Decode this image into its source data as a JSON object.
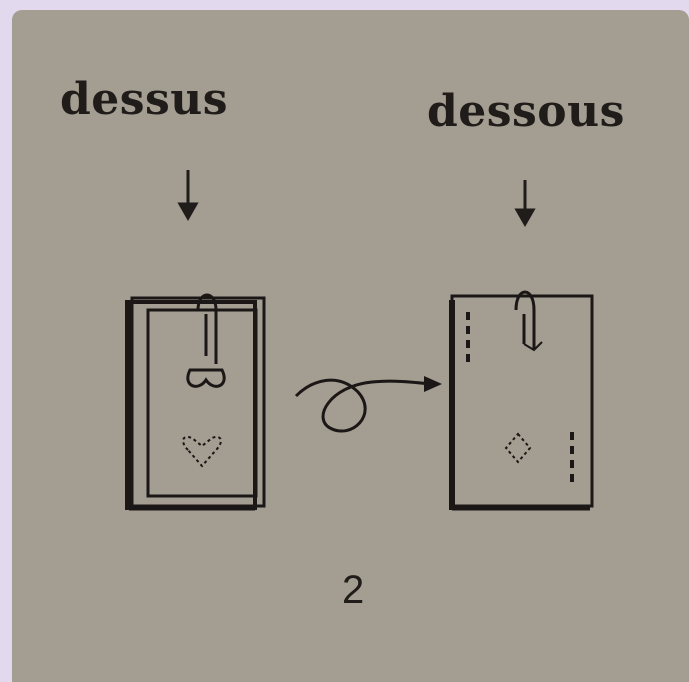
{
  "labels": {
    "top": "dessus",
    "bottom": "dessous"
  },
  "page_number": "2",
  "icons": [
    "down-arrow-icon",
    "curved-turn-arrow-icon",
    "card-back-icon",
    "card-face-icon"
  ]
}
